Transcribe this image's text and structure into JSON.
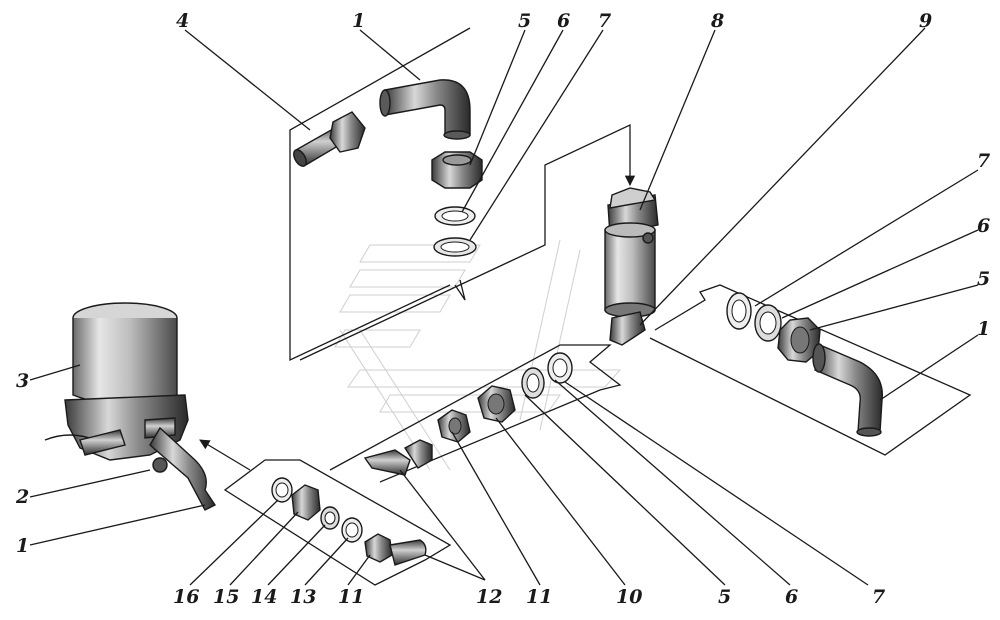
{
  "diagram": {
    "callouts": [
      {
        "id": "c-top-4",
        "text": "4"
      },
      {
        "id": "c-top-1",
        "text": "1"
      },
      {
        "id": "c-top-5",
        "text": "5"
      },
      {
        "id": "c-top-6",
        "text": "6"
      },
      {
        "id": "c-top-7",
        "text": "7"
      },
      {
        "id": "c-top-8",
        "text": "8"
      },
      {
        "id": "c-top-9",
        "text": "9"
      },
      {
        "id": "c-right-7",
        "text": "7"
      },
      {
        "id": "c-right-6",
        "text": "6"
      },
      {
        "id": "c-right-5",
        "text": "5"
      },
      {
        "id": "c-right-1",
        "text": "1"
      },
      {
        "id": "c-left-3",
        "text": "3"
      },
      {
        "id": "c-left-2",
        "text": "2"
      },
      {
        "id": "c-left-1",
        "text": "1"
      },
      {
        "id": "c-bot-16",
        "text": "16"
      },
      {
        "id": "c-bot-15",
        "text": "15"
      },
      {
        "id": "c-bot-14",
        "text": "14"
      },
      {
        "id": "c-bot-13",
        "text": "13"
      },
      {
        "id": "c-bot-11a",
        "text": "11"
      },
      {
        "id": "c-bot-12",
        "text": "12"
      },
      {
        "id": "c-bot-11b",
        "text": "11"
      },
      {
        "id": "c-bot-10",
        "text": "10"
      },
      {
        "id": "c-bot-5",
        "text": "5"
      },
      {
        "id": "c-bot-6",
        "text": "6"
      },
      {
        "id": "c-bot-7",
        "text": "7"
      }
    ]
  }
}
